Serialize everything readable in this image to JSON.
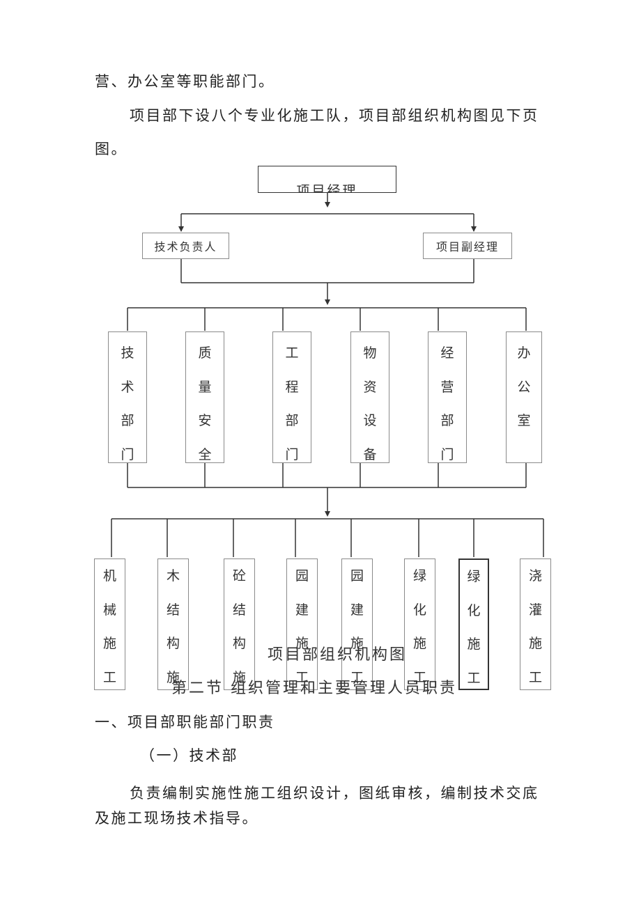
{
  "paragraphs": {
    "line1": "营、办公室等职能部门。",
    "line2": "项目部下设八个专业化施工队，项目部组织机构图见下页",
    "line3": "图。"
  },
  "org_chart": {
    "top": "项目经理",
    "level2": [
      "技术负责人",
      "项目副经理"
    ],
    "departments": [
      [
        "技",
        "术",
        "部",
        "门"
      ],
      [
        "质",
        "量",
        "安",
        "全"
      ],
      [
        "工",
        "程",
        "部",
        "门"
      ],
      [
        "物",
        "资",
        "设",
        "备"
      ],
      [
        "经",
        "营",
        "部",
        "门"
      ],
      [
        "办",
        "公",
        "室"
      ]
    ],
    "teams": [
      [
        "机",
        "械",
        "施",
        "工"
      ],
      [
        "木",
        "结",
        "构",
        "施"
      ],
      [
        "砼",
        "结",
        "构",
        "施"
      ],
      [
        "园",
        "建",
        "施",
        "工"
      ],
      [
        "园",
        "建",
        "施",
        "工"
      ],
      [
        "绿",
        "化",
        "施",
        "工"
      ],
      [
        "绿",
        "化",
        "施",
        "工"
      ],
      [
        "浇",
        "灌",
        "施",
        "工"
      ]
    ],
    "caption": "项目部组织机构图"
  },
  "section_title": "第二节 组织管理和主要管理人员职责",
  "heading1": "一、项目部职能部门职责",
  "subheading1": "（一）技术部",
  "body": {
    "line1": "负责编制实施性施工组织设计，图纸审核，编制技术交底",
    "line2": "及施工现场技术指导。"
  }
}
